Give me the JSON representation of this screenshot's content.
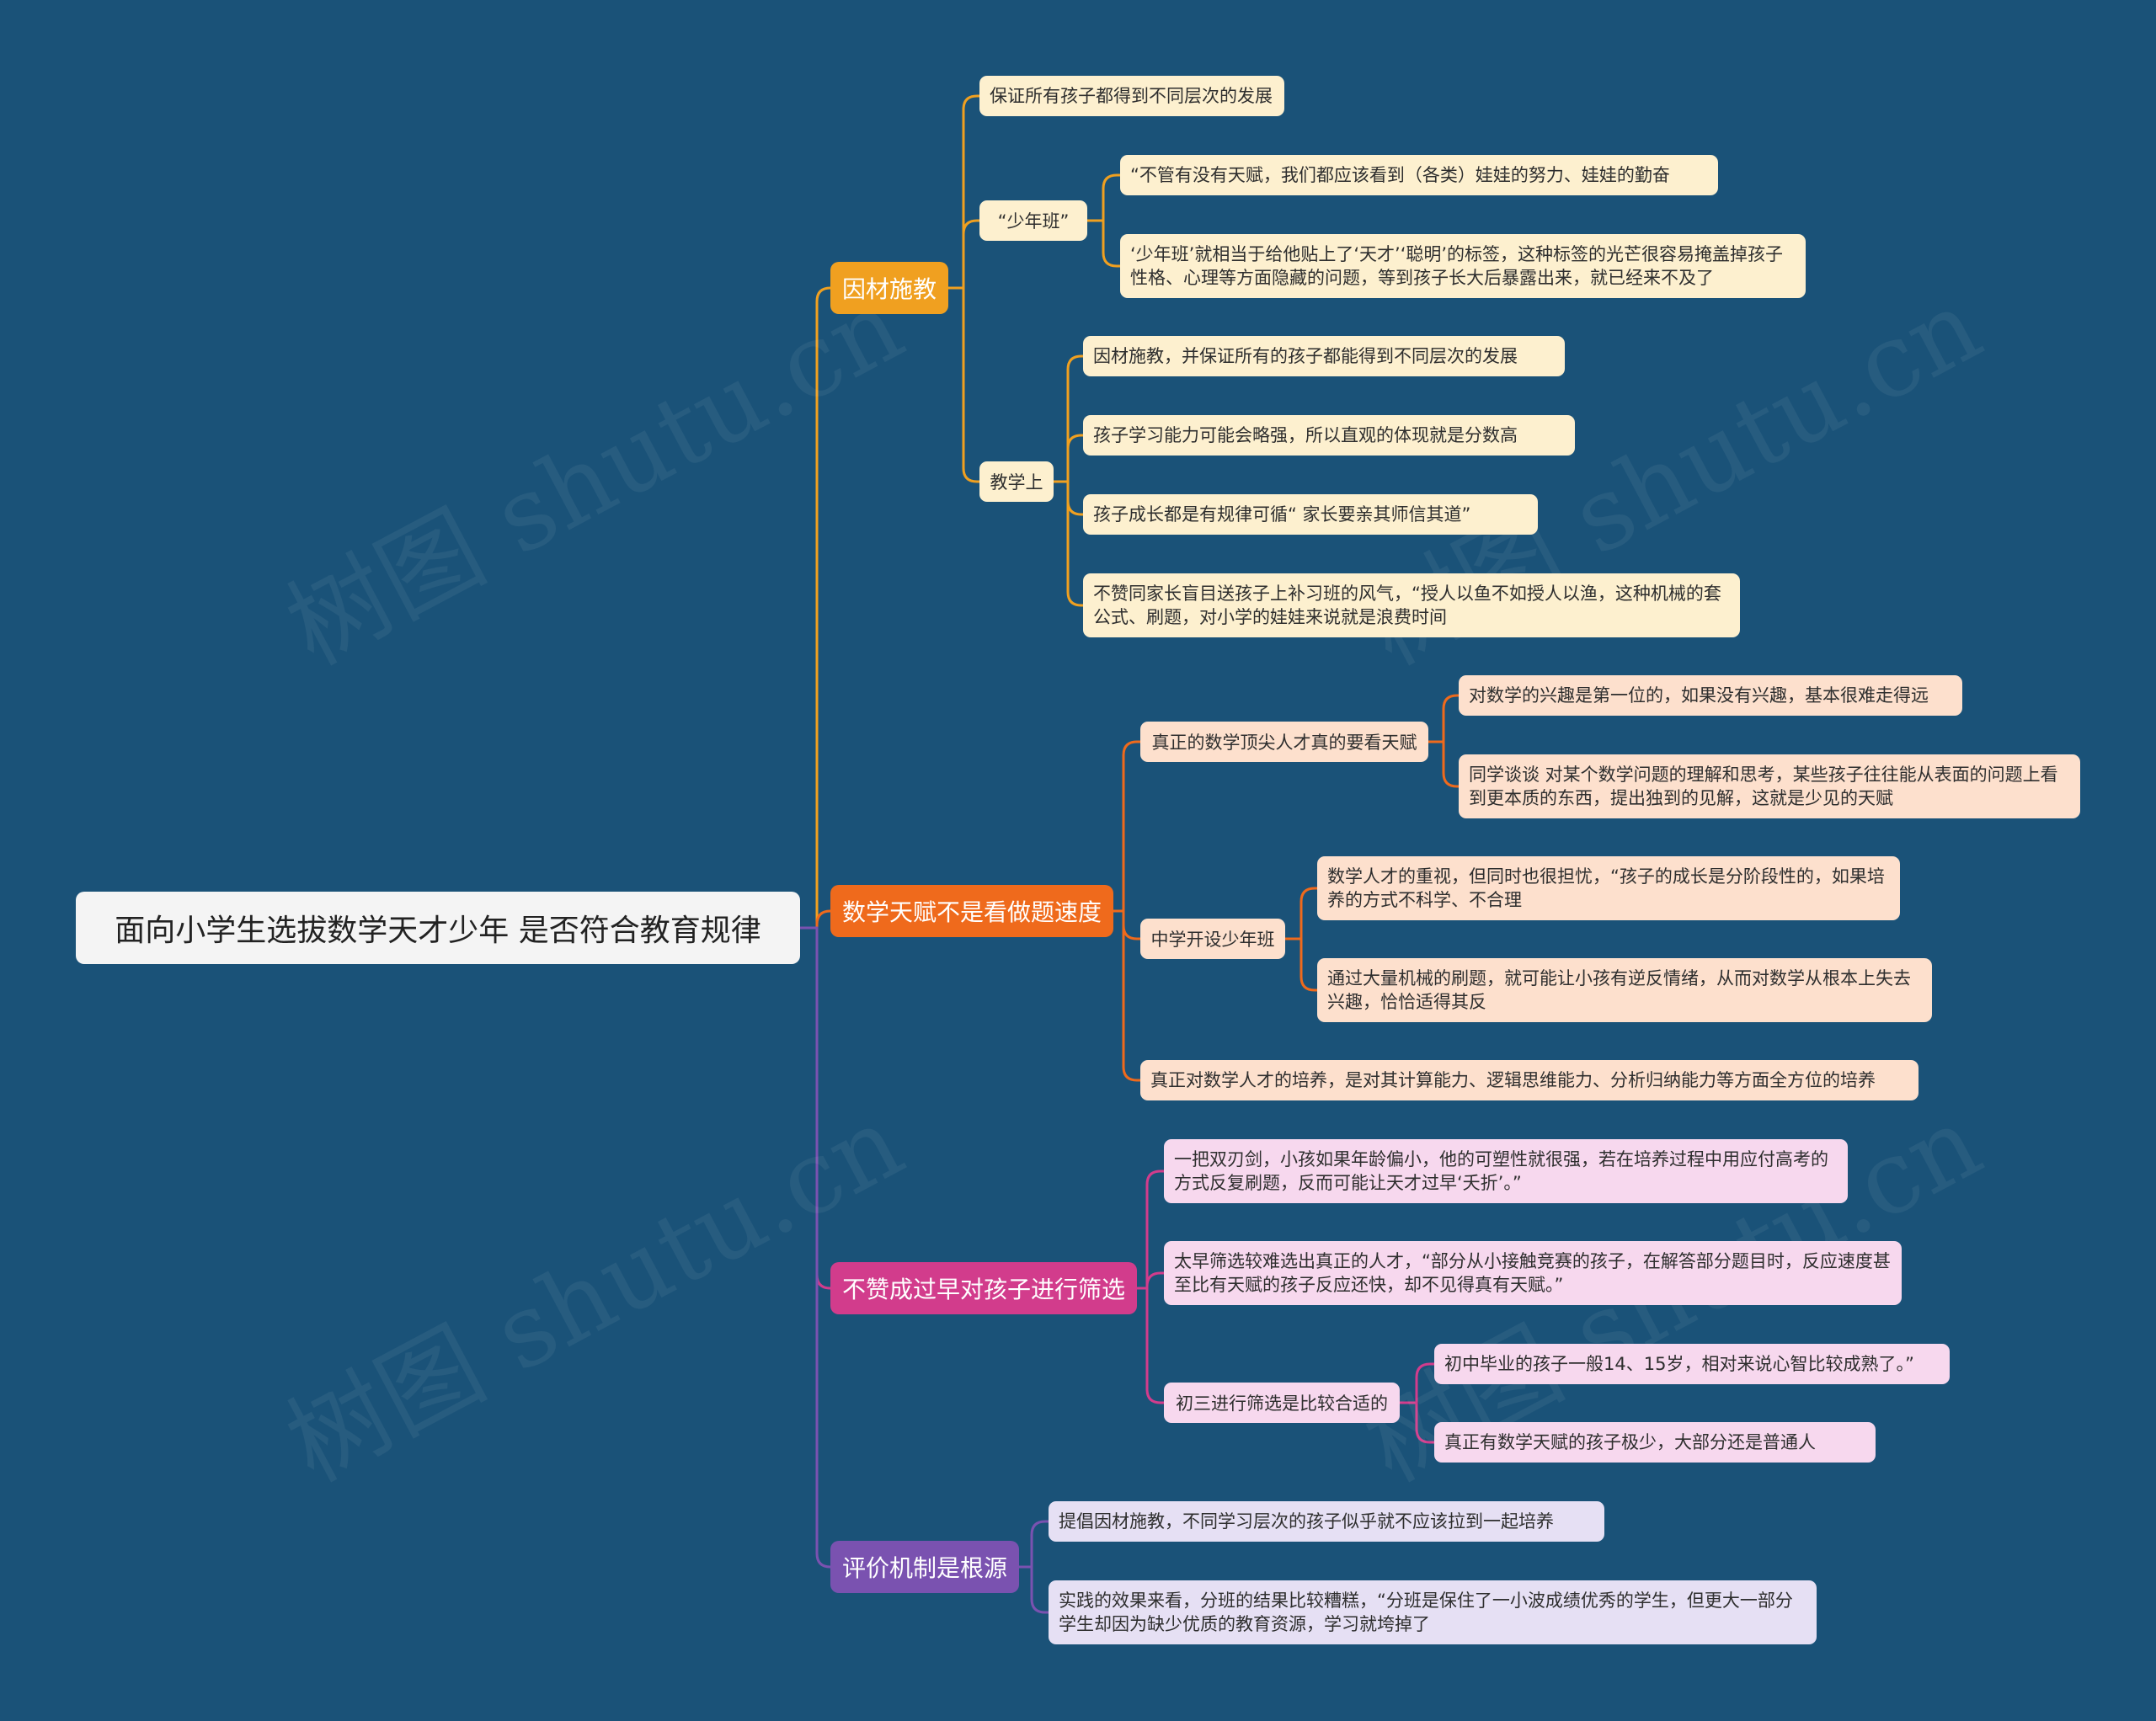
{
  "root": "面向小学生选拔数学天才少年  是否符合教育规律",
  "watermark": "树图 shutu.cn",
  "colors": {
    "background": "#1a5278",
    "branch1": "#f0a020",
    "branch2": "#ef6a1c",
    "branch3": "#d23c8c",
    "branch4": "#7a52b0"
  },
  "branches": [
    {
      "label": "因材施教",
      "children": [
        {
          "label": "保证所有孩子都得到不同层次的发展"
        },
        {
          "label": "“少年班”",
          "children": [
            {
              "label": "“不管有没有天赋，我们都应该看到（各类）娃娃的努力、娃娃的勤奋"
            },
            {
              "label": "‘少年班’就相当于给他贴上了‘天才’‘聪明’的标签，这种标签的光芒很容易掩盖掉孩子性格、心理等方面隐藏的问题，等到孩子长大后暴露出来，就已经来不及了"
            }
          ]
        },
        {
          "label": "教学上",
          "children": [
            {
              "label": "因材施教，并保证所有的孩子都能得到不同层次的发展"
            },
            {
              "label": "孩子学习能力可能会略强，所以直观的体现就是分数高"
            },
            {
              "label": "孩子成长都是有规律可循“ 家长要亲其师信其道”"
            },
            {
              "label": "不赞同家长盲目送孩子上补习班的风气，“授人以鱼不如授人以渔，这种机械的套公式、刷题，对小学的娃娃来说就是浪费时间"
            }
          ]
        }
      ]
    },
    {
      "label": "数学天赋不是看做题速度",
      "children": [
        {
          "label": "真正的数学顶尖人才真的要看天赋",
          "children": [
            {
              "label": "对数学的兴趣是第一位的，如果没有兴趣，基本很难走得远"
            },
            {
              "label": "同学谈谈 对某个数学问题的理解和思考，某些孩子往往能从表面的问题上看到更本质的东西，提出独到的见解，这就是少见的天赋"
            }
          ]
        },
        {
          "label": "中学开设少年班",
          "children": [
            {
              "label": "数学人才的重视，但同时也很担忧，“孩子的成长是分阶段性的，如果培养的方式不科学、不合理"
            },
            {
              "label": "通过大量机械的刷题，就可能让小孩有逆反情绪，从而对数学从根本上失去兴趣，恰恰适得其反"
            }
          ]
        },
        {
          "label": "真正对数学人才的培养，是对其计算能力、逻辑思维能力、分析归纳能力等方面全方位的培养"
        }
      ]
    },
    {
      "label": "不赞成过早对孩子进行筛选",
      "children": [
        {
          "label": "一把双刃剑，小孩如果年龄偏小，他的可塑性就很强，若在培养过程中用应付高考的方式反复刷题，反而可能让天才过早‘夭折’。”"
        },
        {
          "label": "太早筛选较难选出真正的人才，“部分从小接触竞赛的孩子，在解答部分题目时，反应速度甚至比有天赋的孩子反应还快，却不见得真有天赋。”"
        },
        {
          "label": "初三进行筛选是比较合适的",
          "children": [
            {
              "label": "初中毕业的孩子一般14、15岁，相对来说心智比较成熟了。”"
            },
            {
              "label": "真正有数学天赋的孩子极少，大部分还是普通人"
            }
          ]
        }
      ]
    },
    {
      "label": "评价机制是根源",
      "children": [
        {
          "label": "提倡因材施教，不同学习层次的孩子似乎就不应该拉到一起培养"
        },
        {
          "label": "实践的效果来看，分班的结果比较糟糕，“分班是保住了一小波成绩优秀的学生，但更大一部分学生却因为缺少优质的教育资源，学习就垮掉了"
        }
      ]
    }
  ]
}
